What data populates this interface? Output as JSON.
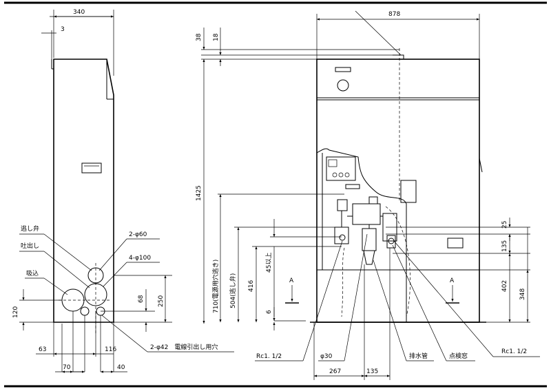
{
  "side_view": {
    "dims": {
      "width": "340",
      "lip": "3",
      "outlet_h": "68",
      "inlet_h": "120",
      "outlet_center_h": "250",
      "left_offset": "63",
      "spacing_70": "70",
      "offset_116": "116",
      "offset_40": "40"
    },
    "labels": {
      "vent": "逃し弁",
      "discharge": "吐出し",
      "suction": "吸込",
      "hole60": "2-φ60",
      "hole100": "4-φ100",
      "hole42": "2-φ42　電線引出し用穴"
    }
  },
  "front_view": {
    "dims": {
      "width": "878",
      "top38": "38",
      "top18": "18",
      "total_h": "1425",
      "power_hole": "710(電源用穴逃き)",
      "vent_hole": "504(逃し弁)",
      "h416": "416",
      "h45": "45以上",
      "h6": "6",
      "r25": "25",
      "r135": "135",
      "r402": "402",
      "r348": "348",
      "b267": "267",
      "b135": "135"
    },
    "labels": {
      "section_a_left": "A",
      "section_a_right": "A",
      "rc_left": "Rc1. 1/2",
      "phi30": "φ30",
      "drain": "排水管",
      "inspection": "点検窓",
      "rc_right": "Rc1. 1/2"
    }
  }
}
